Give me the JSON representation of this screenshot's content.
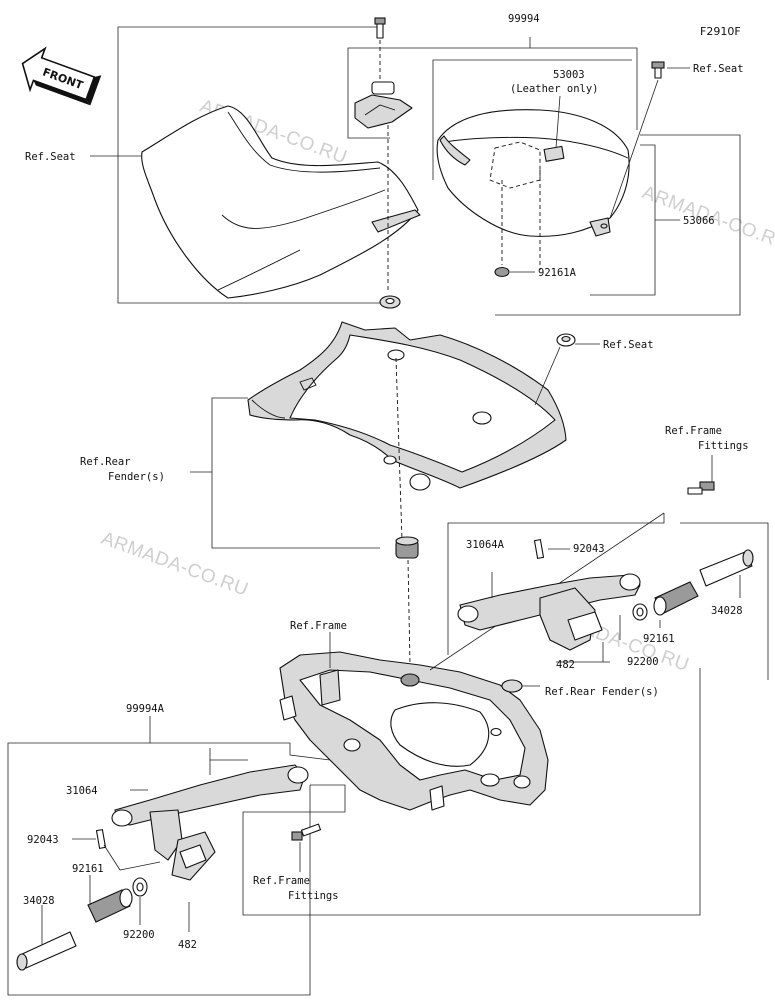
{
  "figure_code": "F2910F",
  "front_label": "FRONT",
  "watermark": "ARMADA-CO.RU",
  "labels": {
    "p99994": "99994",
    "p53003": "53003",
    "leather_only": "(Leather only)",
    "ref_seat_top": "Ref.Seat",
    "ref_seat_left": "Ref.Seat",
    "p53066": "53066",
    "p92161A": "92161A",
    "ref_seat_mid": "Ref.Seat",
    "ref_frame_fittings_top_1": "Ref.Frame",
    "ref_frame_fittings_top_2": "Fittings",
    "ref_rear_fender_left_1": "Ref.Rear",
    "ref_rear_fender_left_2": "Fender(s)",
    "p31064A": "31064A",
    "p92043_top": "92043",
    "p34028_right": "34028",
    "p92161_right": "92161",
    "p92200_right": "92200",
    "p482_top": "482",
    "ref_frame": "Ref.Frame",
    "ref_rear_fender_right": "Ref.Rear Fender(s)",
    "p99994A": "99994A",
    "p31064": "31064",
    "p92043_left": "92043",
    "p92161_left": "92161",
    "p34028_left": "34028",
    "p92200_left": "92200",
    "p482_bottom": "482",
    "ref_frame_fittings_bot_1": "Ref.Frame",
    "ref_frame_fittings_bot_2": "Fittings"
  },
  "icons": [
    "front-arrow-icon"
  ]
}
